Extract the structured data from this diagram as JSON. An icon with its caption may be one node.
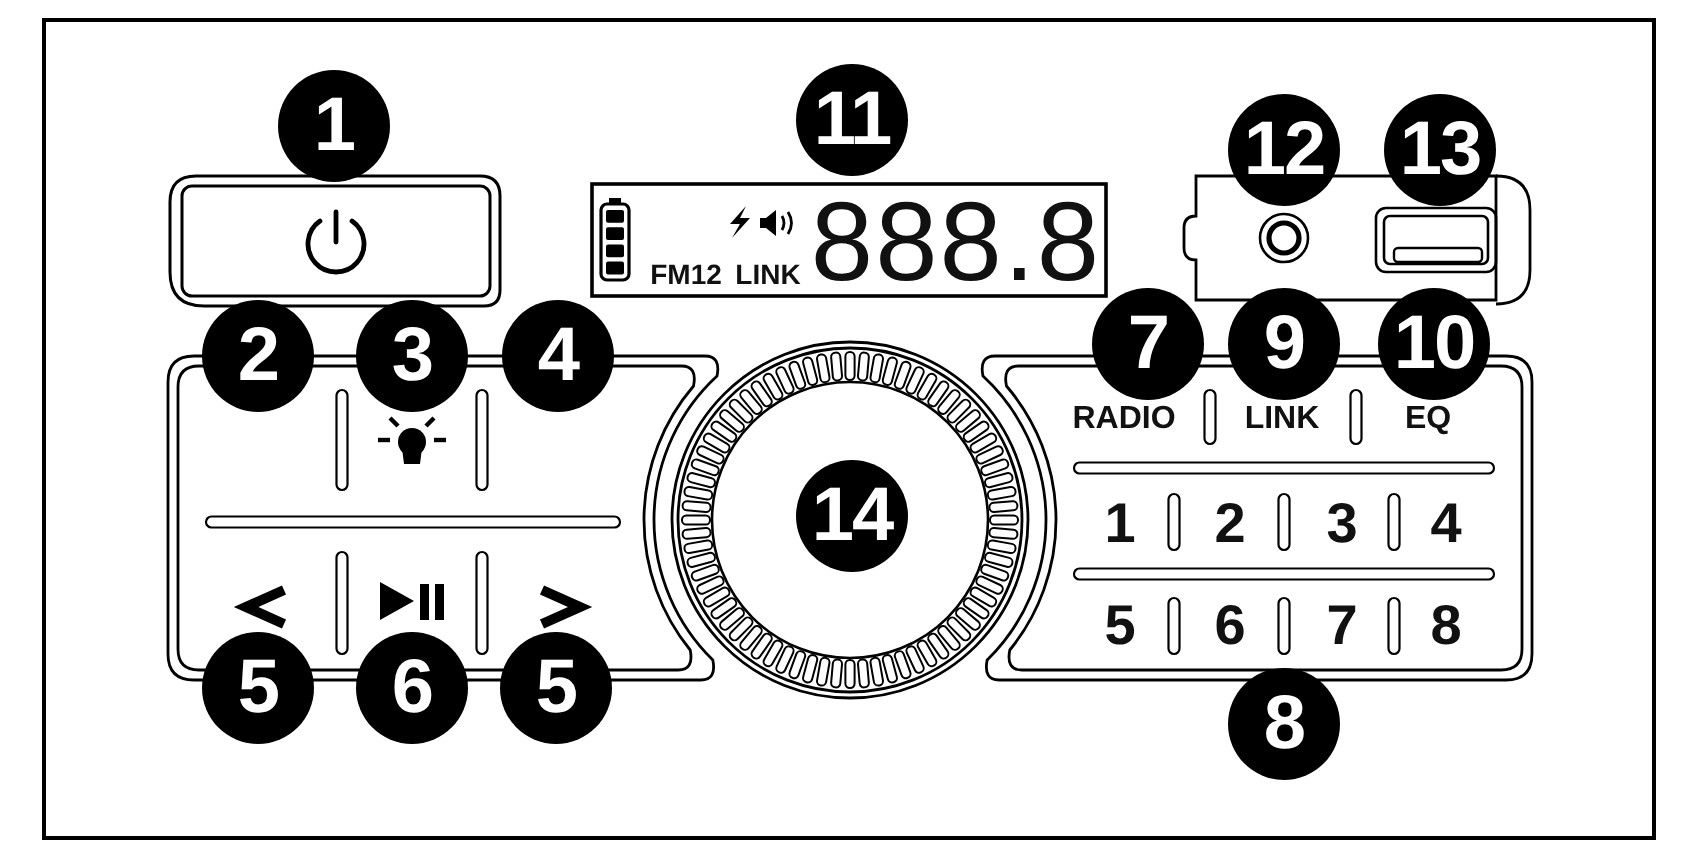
{
  "diagram": {
    "labels": [
      "1",
      "11",
      "12",
      "13",
      "FM12",
      "LINK",
      "888.8",
      "2",
      "3",
      "4",
      "7",
      "9",
      "10",
      "RADIO",
      "LINK",
      "EQ",
      "14",
      "1",
      "2",
      "3",
      "4",
      "5",
      "6",
      "7",
      "8",
      "5",
      "6",
      "5",
      "8"
    ]
  }
}
